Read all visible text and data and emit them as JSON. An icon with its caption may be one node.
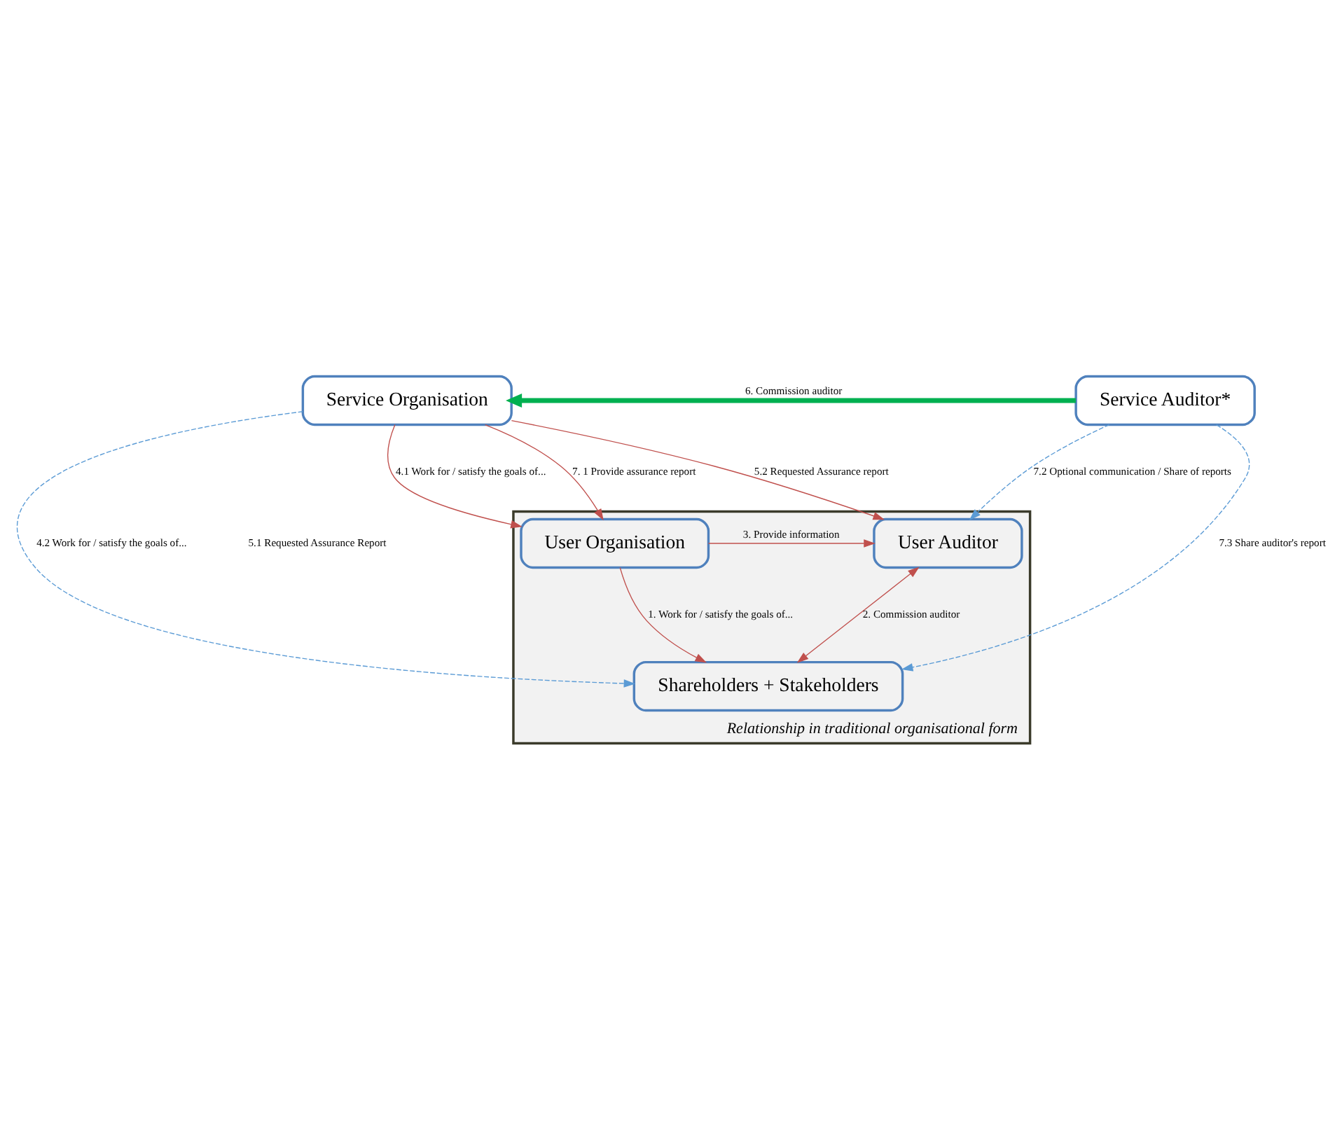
{
  "diagram": {
    "nodes": [
      {
        "text": [
          "Service Organisation"
        ]
      },
      {
        "text": [
          "Service Auditor*"
        ]
      },
      {
        "text": [
          "Relationship in traditional organisational form"
        ]
      },
      {
        "text": [
          "User Organisation"
        ],
        "in": 2
      },
      {
        "text": [
          "User Auditor"
        ],
        "in": 2
      },
      {
        "text": [
          "Shareholders + Stakeholders"
        ],
        "in": 2
      }
    ],
    "edges": [
      {
        "from": 1,
        "to": 0,
        "arrow": "to",
        "label": "6. Commission auditor",
        "style": "thick",
        "color": "#00b050"
      },
      {
        "from": 0,
        "to": 3,
        "arrow": "to",
        "label": "4.1 Work for / satisfy the goals of..."
      },
      {
        "from": 0,
        "to": 3,
        "arrow": "to",
        "label": "7. 1 Provide assurance report"
      },
      {
        "from": 0,
        "to": 4,
        "arrow": "to",
        "label": "5.2 Requested Assurance report"
      },
      {
        "from": 1,
        "to": 4,
        "arrow": "to",
        "label": "7.2 Optional communication / Share of reports",
        "style": "dashed",
        "color": "#5b9bd5"
      },
      {
        "from": 0,
        "to": 5,
        "arrow": "to",
        "label": "4.2 Work for / satisfy the goals of...",
        "style": "dashed",
        "color": "#5b9bd5"
      },
      {
        "from": 1,
        "to": 5,
        "arrow": "to",
        "label": "7.3 Share auditor's report",
        "style": "dashed",
        "color": "#5b9bd5"
      },
      {
        "from": 3,
        "to": 4,
        "arrow": "to",
        "label": "3. Provide information"
      },
      {
        "from": 3,
        "to": 5,
        "arrow": "to",
        "label": "1. Work for / satisfy the goals of..."
      },
      {
        "from": 4,
        "to": 5,
        "arrow": "both",
        "label": "2. Commission auditor"
      }
    ],
    "labels": [
      "5.1 Requested Assurance Report"
    ]
  }
}
